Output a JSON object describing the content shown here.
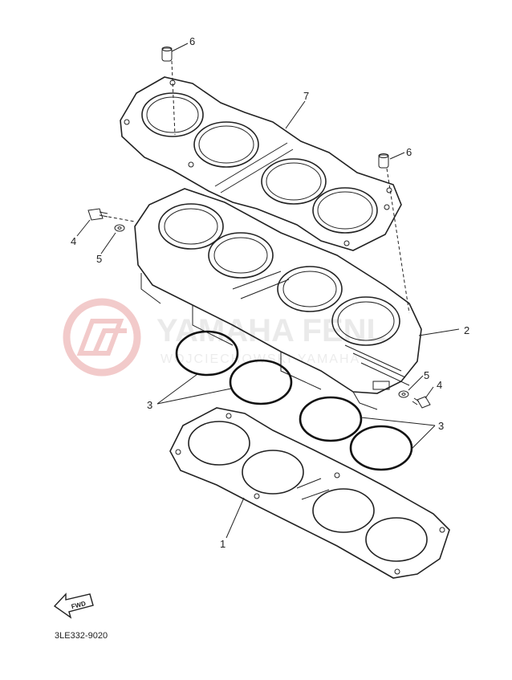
{
  "diagram": {
    "part_code": "3LE332-9020",
    "fwd_label": "FWD",
    "callouts": [
      {
        "id": "c6a",
        "label": "6"
      },
      {
        "id": "c7",
        "label": "7"
      },
      {
        "id": "c6b",
        "label": "6"
      },
      {
        "id": "c4a",
        "label": "4"
      },
      {
        "id": "c5a",
        "label": "5"
      },
      {
        "id": "c2",
        "label": "2"
      },
      {
        "id": "c5b",
        "label": "5"
      },
      {
        "id": "c4b",
        "label": "4"
      },
      {
        "id": "c3a",
        "label": "3"
      },
      {
        "id": "c3b",
        "label": "3"
      },
      {
        "id": "c1",
        "label": "1"
      }
    ]
  },
  "watermark": {
    "title": "YAMAHA FENL",
    "subtitle": "WOJCIECHOWSKI YAMAHA",
    "color": "#e8a0a0"
  }
}
